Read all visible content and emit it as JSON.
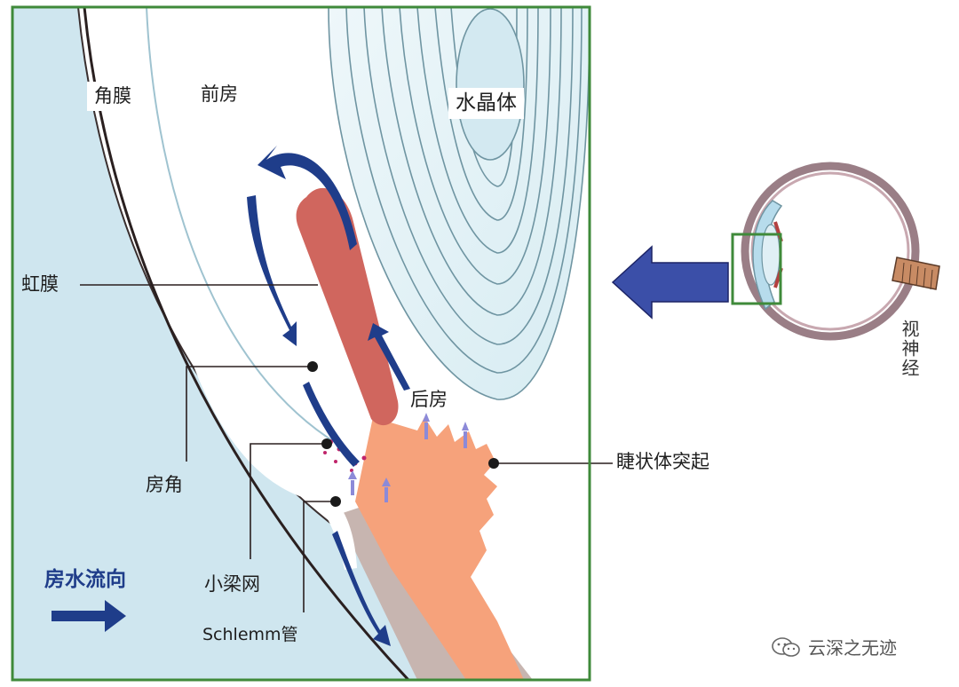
{
  "labels": {
    "cornea": "角膜",
    "anterior_chamber": "前房",
    "lens": "水晶体",
    "iris": "虹膜",
    "posterior_chamber": "后房",
    "ciliary_process": "睫状体突起",
    "angle": "房角",
    "trabecular_meshwork": "小梁网",
    "schlemm_canal": "Schlemm管",
    "flow_direction": "房水流向",
    "optic_nerve": "视神经"
  },
  "watermark": "云深之无迹",
  "icons": [
    "flow-arrow-icon",
    "zoom-arrow-icon",
    "wechat-icon"
  ],
  "colors": {
    "frame": "#3f8a3a",
    "cornea": "#cfe6ef",
    "lens_ring": "#6f95a2",
    "iris": "#d0665e",
    "ciliary": "#f6a27b",
    "sclera": "#c7b5b0",
    "flow_arrow": "#1f3d8a",
    "zoom_arrow": "#3b4fa8"
  }
}
